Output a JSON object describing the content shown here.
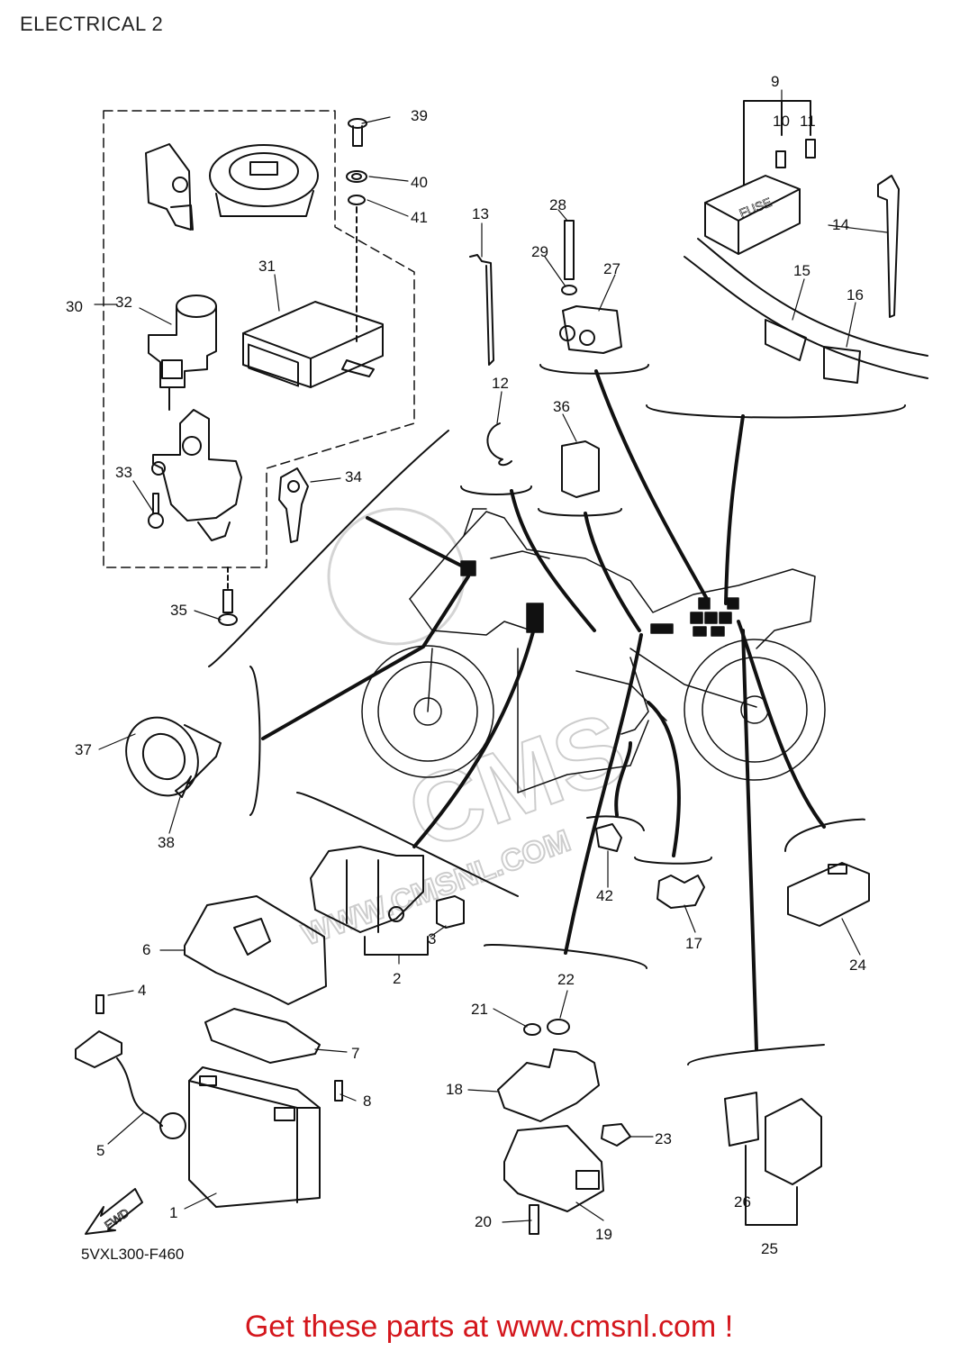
{
  "title": "ELECTRICAL 2",
  "diagram_code": "5VXL300-F460",
  "fwd_label": "FWD",
  "fuse_label": "FUSE",
  "watermark": {
    "logo": "CMS",
    "url": "WWW.CMSNL.COM"
  },
  "footer": "Get these parts at www.cmsnl.com !",
  "colors": {
    "footer": "#d4161c",
    "ink": "#111111",
    "watermark": "#c8c8c8"
  },
  "labels": {
    "l1": "1",
    "l2": "2",
    "l3": "3",
    "l4": "4",
    "l5": "5",
    "l6": "6",
    "l7": "7",
    "l8": "8",
    "l9": "9",
    "l10": "10",
    "l11": "11",
    "l12": "12",
    "l13": "13",
    "l14": "14",
    "l15": "15",
    "l16": "16",
    "l17": "17",
    "l18": "18",
    "l19": "19",
    "l20": "20",
    "l21": "21",
    "l22": "22",
    "l23": "23",
    "l24": "24",
    "l25": "25",
    "l26": "26",
    "l27": "27",
    "l28": "28",
    "l29": "29",
    "l30": "30",
    "l31": "31",
    "l32": "32",
    "l33": "33",
    "l34": "34",
    "l35": "35",
    "l36": "36",
    "l37": "37",
    "l38": "38",
    "l39": "39",
    "l40": "40",
    "l41": "41",
    "l42": "42"
  }
}
